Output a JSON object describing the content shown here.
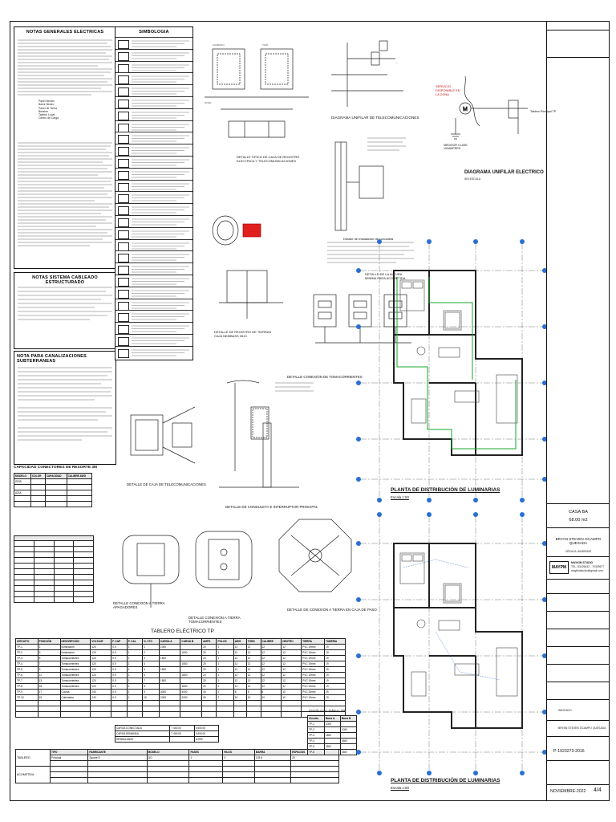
{
  "notes_electric": {
    "title": "NOTAS GENERALES ELECTRICAS",
    "sub_items": [
      "Panel Neutro",
      "Barra Neutro",
      "Panel de Tierra",
      "Breaker",
      "Tablero Local",
      "Centro de Carga"
    ]
  },
  "symbology": {
    "title": "SIMBOLOGIA"
  },
  "notes_structured": {
    "title": "NOTAS SISTEMA CABLEADO ESTRUCTURADO"
  },
  "notes_underground": {
    "title": "NOTA PARA CANALIZACIONES SUBTERRANEAS"
  },
  "spring_connectors": {
    "title": "CAPACIDAD CONECTORES DE RESORTE 3M",
    "headers": [
      "MODELO",
      "COLOR",
      "CAPACIDAD",
      "CALIBRE AWG"
    ],
    "rows": [
      [
        "GRIS",
        "",
        "",
        ""
      ],
      [
        "AZUL",
        "",
        "",
        ""
      ],
      [
        "",
        "",
        "",
        ""
      ]
    ]
  },
  "details": {
    "registro": "DETALLE TIPICO DE CAJA DE REGISTRO ELECTRICA Y TELECOMUNICACIONES",
    "conduleta": "Detalle de Instalación de conduleta",
    "altura": "DETALLE DE LA ALTURA MINIMA PARA ACOMETIDA",
    "registro_tierras": "DETALLE DE REGISTRO DE TIERRAS CAJA NEMBASS 3610",
    "tomacorrientes": "DETALLE CONEXIÓN DE TOMACORRIENTES",
    "caja_telecom": "DETALLE DE CAJA DE TELECOMUNICACIONES",
    "conduleta_interruptor": "DETALLE DE CONDULETA E INTERRUPTOR PRINCIPAL",
    "tierra_apagadores": "DETALLE CONEXIÓN A TIERRA APAGADORES",
    "tierra_tomas": "DETALLE CONEXIÓN A TIERRA TOMACORRIENTES",
    "tierra_paso": "DETALLE DE CONEXION A TIERRA EN CAJA DE PASO",
    "sin_escala": "SIN ESCALA"
  },
  "diagrams": {
    "telecom": "DIAGRAMA UNIFILAR DE TELECOMUNICACIONES",
    "electric": "DIAGRAMA UNIFILAR ELECTRICO",
    "servicio": "SERVICIO DISPONIBLE EN LA ZONA",
    "medidor": "MEDIDOR CLASE 100AMPERS",
    "tablero_tp": "Tablero Principal TP"
  },
  "tablero": {
    "title": "TABLERO ELÉCTRICO TP",
    "headers": [
      "CIRCUITO",
      "POSICIÓN",
      "DESCRIPCIÓN",
      "VOLTAJE",
      "F. CAP",
      "F. CAL",
      "N. CTO",
      "CARGA A",
      "CARGA B",
      "AMPS",
      "POLOS",
      "AWG",
      "THHN",
      "CALIBRE",
      "NEUTRO",
      "TIERRA",
      "TUBERIA"
    ],
    "rows": [
      [
        "TP-1",
        "1",
        "Iluminación",
        "120",
        "0.9",
        "1",
        "1",
        "1000",
        "",
        "20",
        "1",
        "12",
        "12",
        "12",
        "12",
        "PVC 19mm",
        "19"
      ],
      [
        "TP-2",
        "3",
        "Iluminación",
        "120",
        "0.9",
        "1",
        "2",
        "",
        "1000",
        "20",
        "1",
        "12",
        "12",
        "12",
        "12",
        "PVC 19mm",
        "19"
      ],
      [
        "TP-3",
        "5",
        "Tomacorrientes",
        "120",
        "0.9",
        "1",
        "3",
        "1800",
        "",
        "20",
        "1",
        "12",
        "12",
        "12",
        "12",
        "PVC 19mm",
        "19"
      ],
      [
        "TP-4",
        "7",
        "Tomacorrientes",
        "120",
        "0.9",
        "1",
        "4",
        "",
        "1800",
        "20",
        "1",
        "12",
        "12",
        "12",
        "12",
        "PVC 19mm",
        "19"
      ],
      [
        "TP-5",
        "9",
        "Tomacorrientes",
        "120",
        "0.9",
        "1",
        "5",
        "1800",
        "",
        "20",
        "1",
        "12",
        "12",
        "12",
        "12",
        "PVC 19mm",
        "19"
      ],
      [
        "TP-6",
        "11",
        "Tomacorrientes",
        "120",
        "0.9",
        "1",
        "6",
        "",
        "1800",
        "20",
        "1",
        "12",
        "12",
        "12",
        "12",
        "PVC 19mm",
        "19"
      ],
      [
        "TP-7",
        "13",
        "Tomacorrientes",
        "120",
        "0.9",
        "1",
        "7",
        "1800",
        "",
        "20",
        "1",
        "12",
        "12",
        "12",
        "12",
        "PVC 19mm",
        "19"
      ],
      [
        "TP-8",
        "15",
        "Tomacorrientes",
        "120",
        "0.9",
        "1",
        "8",
        "",
        "1800",
        "20",
        "1",
        "12",
        "12",
        "12",
        "12",
        "PVC 19mm",
        "19"
      ],
      [
        "TP-9",
        "17",
        "Cocina",
        "240",
        "0.9",
        "1",
        "9",
        "4000",
        "4000",
        "40",
        "2",
        "8",
        "8",
        "8",
        "10",
        "PVC 25mm",
        "25"
      ],
      [
        "TP-10",
        "19",
        "Calentador",
        "240",
        "0.9",
        "1",
        "10",
        "2000",
        "2000",
        "30",
        "2",
        "10",
        "10",
        "10",
        "10",
        "PVC 19mm",
        "19"
      ]
    ],
    "totals": [
      [
        "CARGA CONECTADA",
        "7 400.00",
        "8 400.00"
      ],
      [
        "CARGA DEMANDA",
        "7 400.00",
        "8 400.00"
      ],
      [
        "DESBALANCE",
        "",
        "6.25%"
      ]
    ],
    "summary_label": "TABLERO",
    "summary_headers": [
      "TIPO",
      "FABRICANTE",
      "MODELO",
      "FASES",
      "HILOS",
      "BARRA",
      "ESPACIOS"
    ],
    "summary_row": [
      "Principal",
      "Square D",
      "QO",
      "1",
      "3",
      "125 A",
      "20"
    ],
    "acometida_label": "ACOMETIDA"
  },
  "distribucion": {
    "title": "Distribución Tablero TP",
    "headers": [
      "Circuito",
      "Barra A",
      "Barra B"
    ],
    "rows": [
      [
        "TP-1",
        "1000",
        ""
      ],
      [
        "TP-2",
        "",
        "1000"
      ],
      [
        "TP-3",
        "1800",
        ""
      ],
      [
        "TP-4",
        "",
        "1800"
      ],
      [
        "TP-5",
        "1800",
        ""
      ],
      [
        "TP-6",
        "",
        "1800"
      ]
    ]
  },
  "plans": {
    "plan1_title": "PLANTA DE DISTRIBUCIÓN DE LUMINARIAS",
    "plan1_scale": "Escala 1:50",
    "plan2_title": "PLANTA DE DISTRIBUCIÓN DE LUMINARIAS",
    "plan2_scale": "Escala 1:50"
  },
  "titleblock": {
    "project": "CASA BA",
    "area": "68.00 m2",
    "owner": "BRYAN STEVEN OCAMPO QUESADA",
    "owner_id": "CÉDULA: 604890162",
    "logo": "MAYPM",
    "studio": "MAYKIM STUDIO",
    "studio_addr": "TEL: 83426442 - 70309677",
    "studio_mail": "maykimstudio@gmail.com",
    "note": "INDICADO",
    "owner2": "BRYAN STEVEN OCAMPO QUESADA",
    "plan_no": "P-1023273-2016",
    "date": "NOVIEMBRE-2022",
    "sheet": "4/4"
  },
  "colors": {
    "green": "#1aa52a",
    "red": "#e01e1e",
    "blue": "#2a6fd1",
    "line": "#222222"
  }
}
